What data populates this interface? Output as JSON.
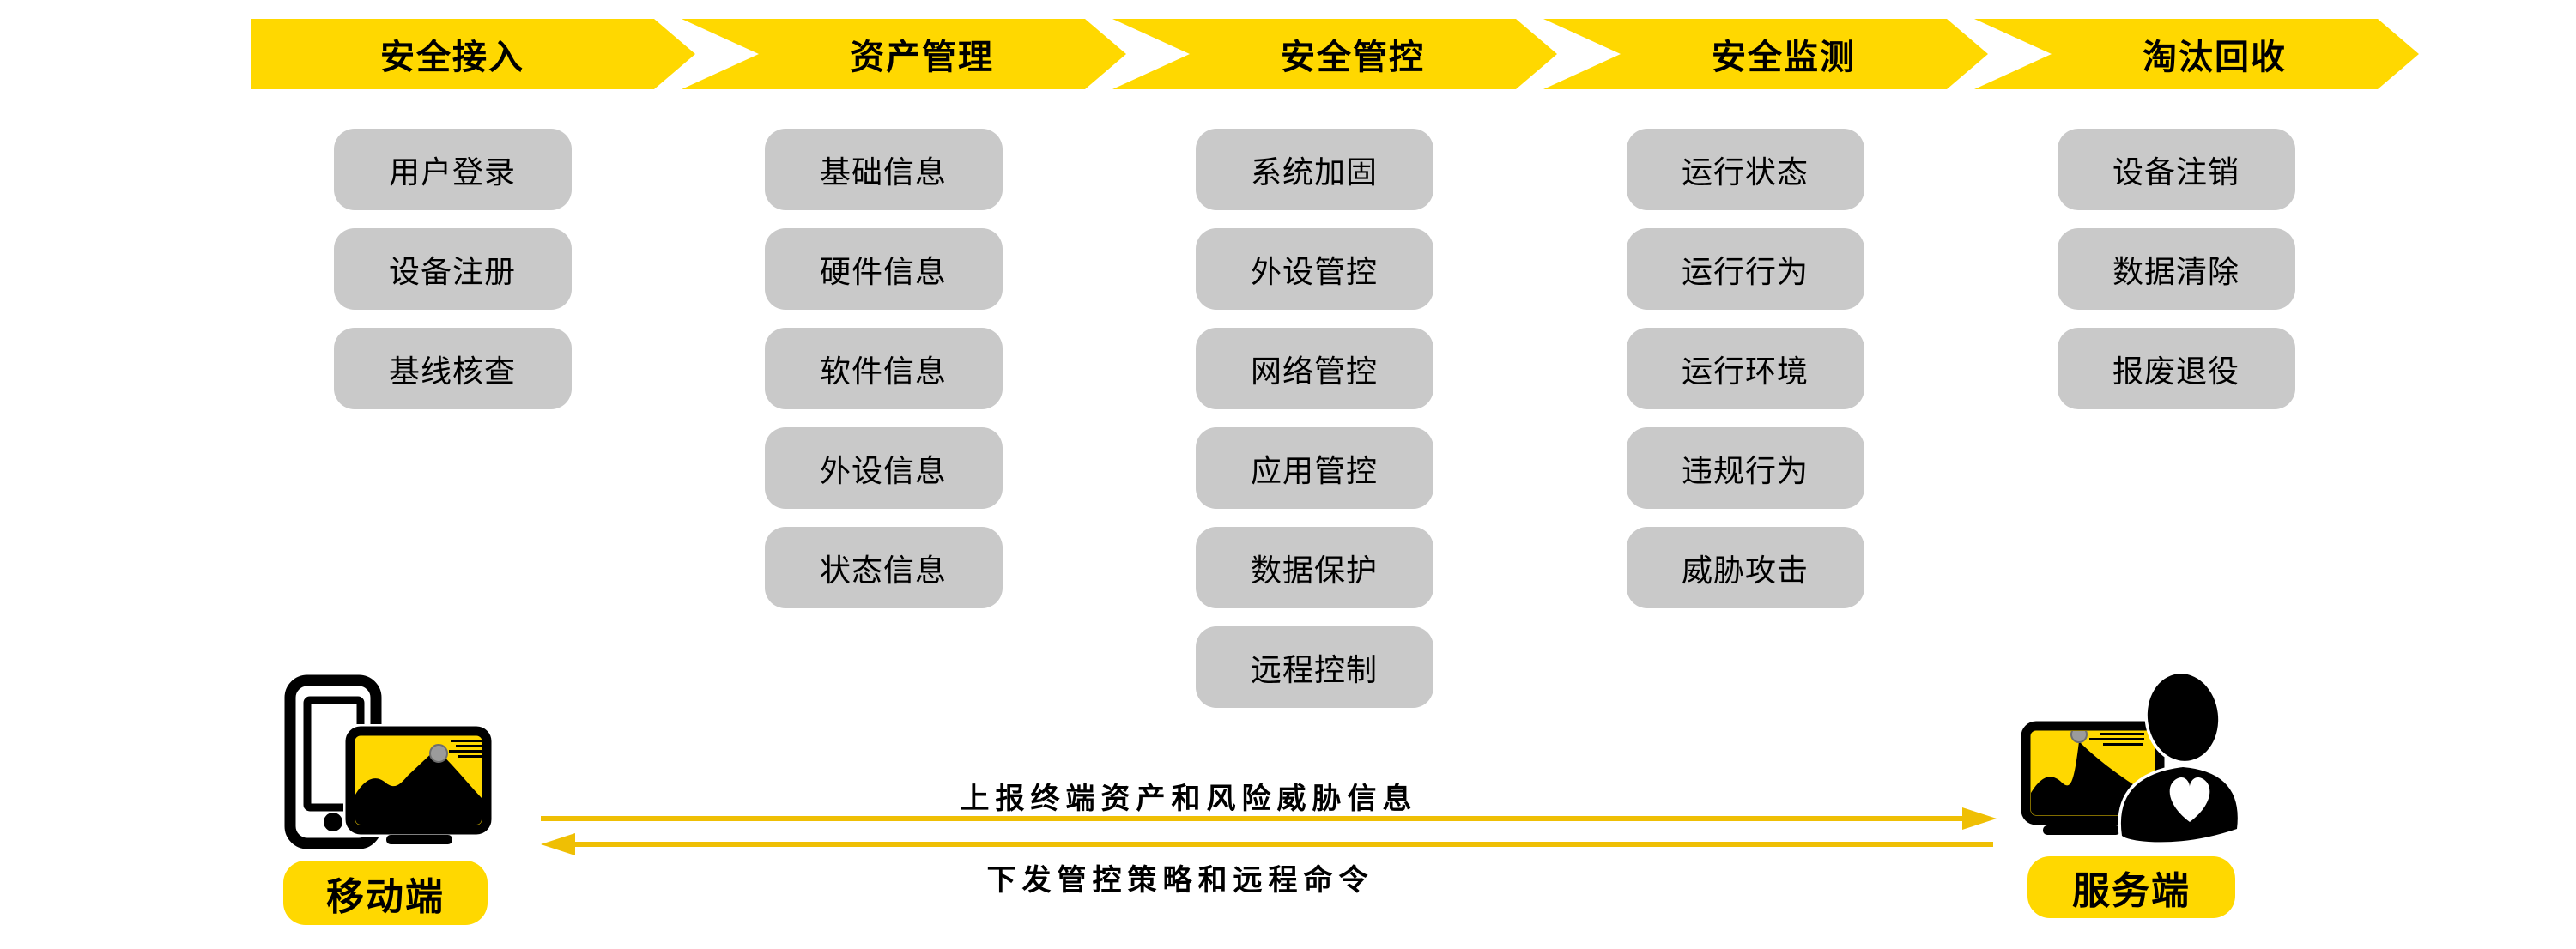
{
  "colors": {
    "yellow": "#FFD800",
    "gold": "#EFBF04",
    "gray": "#C9C9C9",
    "ink": "#000000",
    "sun-gray": "#9B9B9B"
  },
  "phases": [
    {
      "title": "安全接入",
      "items": [
        "用户登录",
        "设备注册",
        "基线核查"
      ]
    },
    {
      "title": "资产管理",
      "items": [
        "基础信息",
        "硬件信息",
        "软件信息",
        "外设信息",
        "状态信息"
      ]
    },
    {
      "title": "安全管控",
      "items": [
        "系统加固",
        "外设管控",
        "网络管控",
        "应用管控",
        "数据保护",
        "远程控制"
      ]
    },
    {
      "title": "安全监测",
      "items": [
        "运行状态",
        "运行行为",
        "运行环境",
        "违规行为",
        "威胁攻击"
      ]
    },
    {
      "title": "淘汰回收",
      "items": [
        "设备注销",
        "数据清除",
        "报废退役"
      ]
    }
  ],
  "flows": {
    "up_label": "上报终端资产和风险威胁信息",
    "down_label": "下发管控策略和远程命令"
  },
  "endpoints": {
    "mobile_label": "移动端",
    "server_label": "服务端"
  }
}
